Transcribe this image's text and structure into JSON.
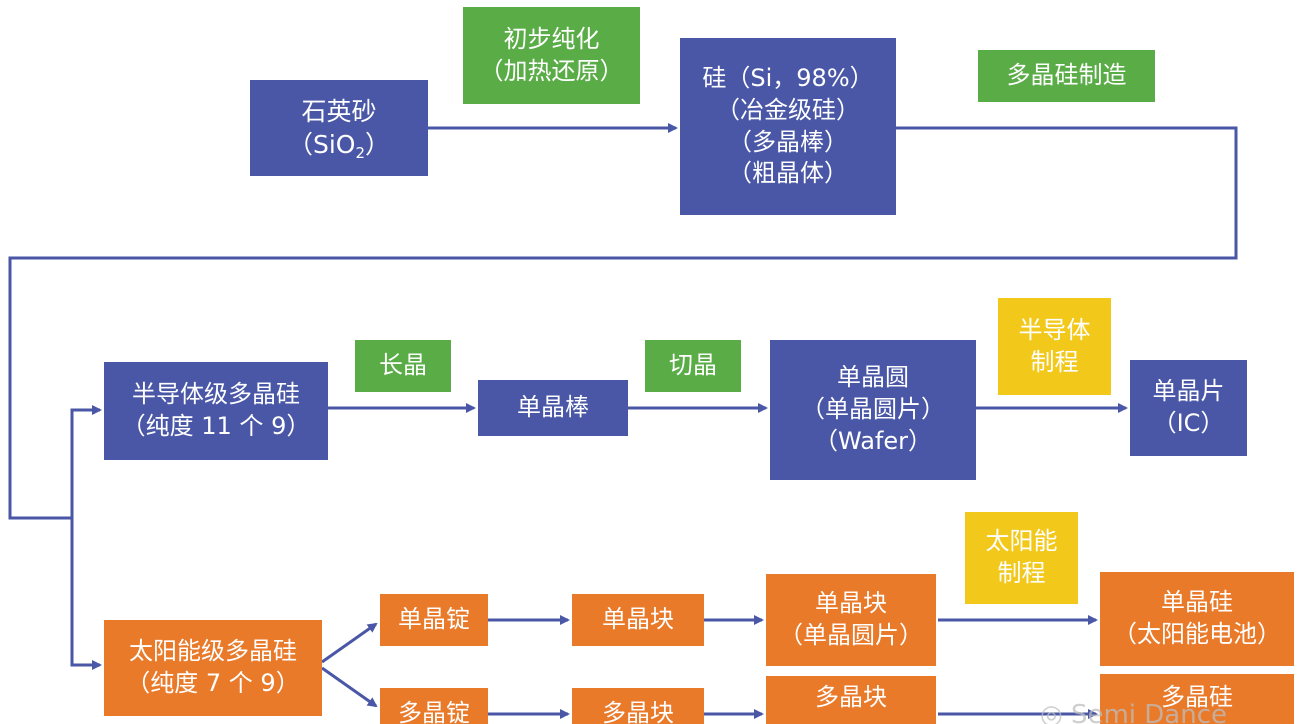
{
  "colors": {
    "node_blue": "#4a57a6",
    "node_orange": "#e97a2a",
    "label_green": "#5aac47",
    "label_yellow": "#f2c81a",
    "connector": "#4a57a6"
  },
  "nodes": {
    "quartz_sand": {
      "line1": "石英砂",
      "line2_prefix": "（SiO",
      "line2_sub": "2",
      "line2_suffix": "）"
    },
    "metallurgical_si": {
      "lines": [
        "硅（Si，98%）",
        "（冶金级硅）",
        "（多晶棒）",
        "（粗晶体）"
      ]
    },
    "semi_polysilicon": {
      "lines": [
        "半导体级多晶硅",
        "（纯度 11 个 9）"
      ]
    },
    "mono_rod": {
      "lines": [
        "单晶棒"
      ]
    },
    "wafer": {
      "lines": [
        "单晶圆",
        "（单晶圆片）",
        "（Wafer）"
      ]
    },
    "mono_chip": {
      "lines": [
        "单晶片",
        "（IC）"
      ]
    },
    "solar_polysilicon": {
      "lines": [
        "太阳能级多晶硅",
        "（纯度 7 个 9）"
      ]
    },
    "mono_ingot": {
      "lines": [
        "单晶锭"
      ]
    },
    "mono_block": {
      "lines": [
        "单晶块"
      ]
    },
    "mono_block_wafer": {
      "lines": [
        "单晶块",
        "（单晶圆片）"
      ]
    },
    "mono_si_cell": {
      "lines": [
        "单晶硅",
        "（太阳能电池）"
      ]
    },
    "poly_ingot": {
      "lines": [
        "多晶锭"
      ]
    },
    "poly_block": {
      "lines": [
        "多晶块"
      ]
    },
    "poly_block_2": {
      "lines": [
        "多晶块"
      ]
    },
    "poly_si": {
      "lines": [
        "多晶硅"
      ]
    }
  },
  "process_labels": {
    "initial_purification": {
      "lines": [
        "初步纯化",
        "（加热还原）"
      ]
    },
    "polysilicon_manufacture": {
      "lines": [
        "多晶硅制造"
      ]
    },
    "crystal_growth": {
      "lines": [
        "长晶"
      ]
    },
    "crystal_cutting": {
      "lines": [
        "切晶"
      ]
    },
    "semiconductor_process": {
      "lines": [
        "半导体",
        "制程"
      ]
    },
    "solar_process": {
      "lines": [
        "太阳能",
        "制程"
      ]
    }
  },
  "watermark": "Semi Dance"
}
